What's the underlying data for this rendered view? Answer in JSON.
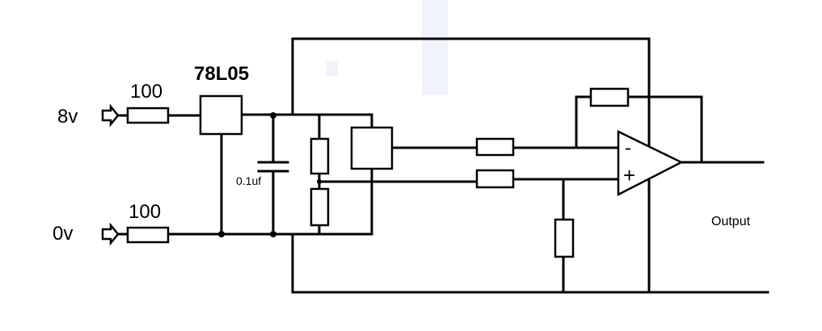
{
  "labels": {
    "input_high": "8v",
    "input_low": "0v",
    "r_in_high": "100",
    "r_in_low": "100",
    "regulator": "78L05",
    "capacitor": "0.1uf",
    "output": "Output",
    "opamp_minus": "-",
    "opamp_plus": "+"
  },
  "colors": {
    "wire": "#000000",
    "background": "#ffffff"
  }
}
